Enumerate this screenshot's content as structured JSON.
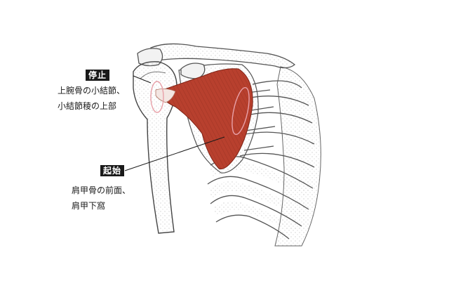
{
  "insertion": {
    "tag": "停止",
    "lines": [
      "上腕骨の小結節、",
      "小結節稜の上部"
    ]
  },
  "origin": {
    "tag": "起始",
    "lines": [
      "肩甲骨の前面、",
      "肩甲下窩"
    ]
  },
  "colors": {
    "muscle": "#b8402e",
    "muscle_dark": "#7e2417",
    "marker": "#e8a0a8",
    "bone_line": "#555555",
    "tag_bg": "#1a1a1a"
  }
}
